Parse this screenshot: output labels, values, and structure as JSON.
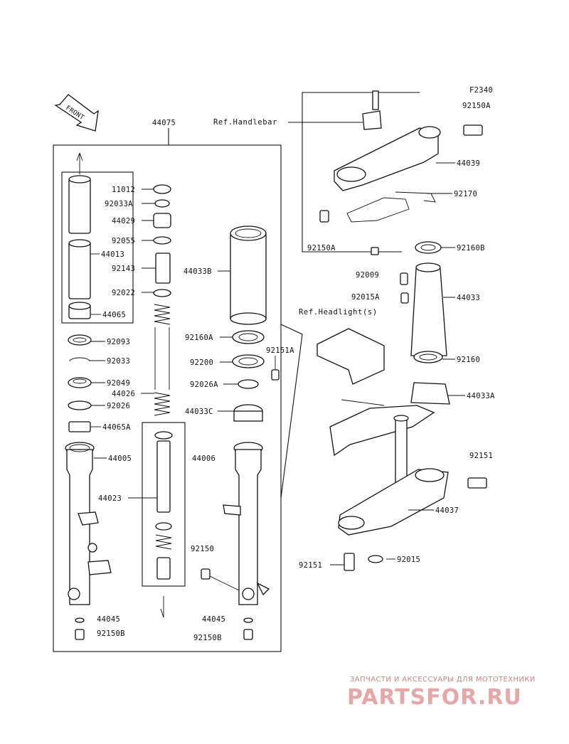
{
  "diagram": {
    "code": "F2340",
    "front": "FRONT",
    "refs": {
      "handlebar": "Ref.Handlebar",
      "headlights": "Ref.Headlight(s)"
    },
    "labels": {
      "p44075": "44075",
      "p11012": "11012",
      "p92033A": "92033A",
      "p44029": "44029",
      "p92055": "92055",
      "p44013": "44013",
      "p92143": "92143",
      "p92022": "92022",
      "p44065": "44065",
      "p92093": "92093",
      "p92033": "92033",
      "p92049": "92049",
      "p44026": "44026",
      "p92026": "92026",
      "p44065A": "44065A",
      "p44005": "44005",
      "p44023": "44023",
      "p44045_left": "44045",
      "p92150B_left": "92150B",
      "p44033B": "44033B",
      "p92160A": "92160A",
      "p92151A": "92151A",
      "p92200": "92200",
      "p92026A": "92026A",
      "p44033C": "44033C",
      "p44006": "44006",
      "p92150": "92150",
      "p44045_right": "44045",
      "p92150B_right": "92150B",
      "p92150A_top": "92150A",
      "p44039": "44039",
      "p92170": "92170",
      "p92150A_bottom": "92150A",
      "p92160B": "92160B",
      "p92009": "92009",
      "p92015A": "92015A",
      "p44033": "44033",
      "p92160": "92160",
      "p44033A": "44033A",
      "p92151": "92151",
      "p44037": "44037",
      "p92151_bottom": "92151",
      "p92015": "92015"
    }
  },
  "watermark": {
    "tagline": "ЗАПЧАСТИ И АКСЕССУАРЫ ДЛЯ МОТОТЕХНИКИ",
    "brand": "PARTSFOR.RU"
  }
}
